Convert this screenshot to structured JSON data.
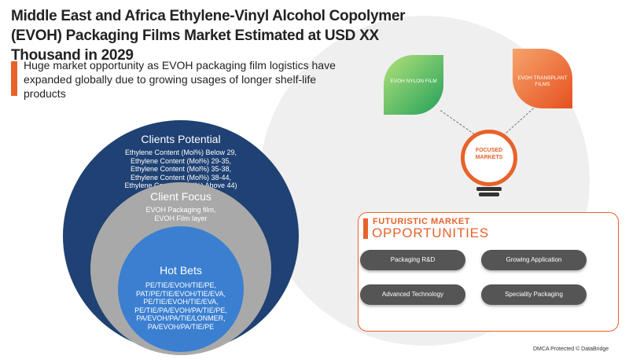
{
  "title": "Middle East and Africa Ethylene-Vinyl Alcohol Copolymer (EVOH) Packaging Films Market Estimated at USD XX Thousand in 2029",
  "subtitle": "Huge market opportunity as EVOH packaging film logistics have expanded globally due to growing usages of longer shelf-life products",
  "circles": {
    "outer": {
      "heading": "Clients Potential",
      "lines": [
        "Ethylene Content (Mol%) Below 29,",
        "Ethylene Content (Mol%) 29-35,",
        "Ethylene Content (Mol%) 35-38,",
        "Ethylene Content (Mol%) 38-44,",
        "Ethylene Content (Mol%) Above 44)"
      ]
    },
    "middle": {
      "heading": "Client Focus",
      "lines": [
        "EVOH Packaging film,",
        "EVOH Film layer"
      ]
    },
    "inner": {
      "heading": "Hot Bets",
      "lines": [
        "PE/TIE/EVOH/TIE/PE,",
        "PAT/PE/TIE/EVOH/TIE/EVA,",
        "PE/TIE/EVOH/TIE/EVA,",
        "PE/TIE/PA/EVOH/PA/TIE/PE,",
        "PA/EVOH/PA/TIE/LONMER,",
        "PA/EVOH/PA/TIE/PE"
      ]
    }
  },
  "focus": {
    "leaf_left": "EVOH NYLON FILM",
    "leaf_right": "EVOH TRANSPLANT FILMS",
    "bulb_line1": "FOCUSED",
    "bulb_line2": "MARKETS"
  },
  "opportunities": {
    "title_line1": "FUTURISTIC MARKET",
    "title_line2": "OPPORTUNITIES",
    "items": [
      "Packaging R&D",
      "Growing Application",
      "Advanced Technology",
      "Speciality Packaging"
    ]
  },
  "footer": "DMCA Protected © DataBridge",
  "colors": {
    "accent": "#e8622a",
    "navy": "#1f4173",
    "grey": "#a9a9a9",
    "blue": "#3b7fd1"
  }
}
